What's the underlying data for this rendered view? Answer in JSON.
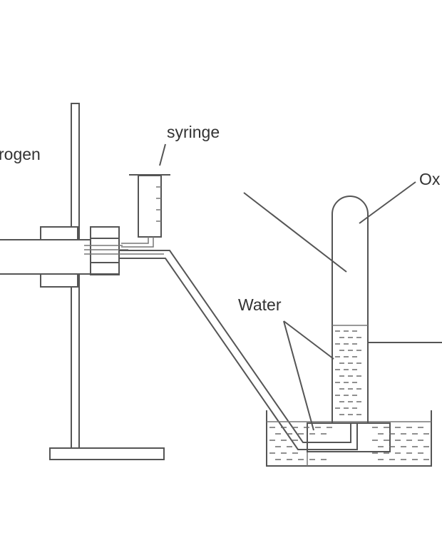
{
  "labels": {
    "hydrogen": "rogen",
    "syringe": "syringe",
    "oxygen": "Ox",
    "water": "Water"
  },
  "colors": {
    "stroke": "#555555",
    "text": "#333333",
    "background": "#ffffff"
  }
}
